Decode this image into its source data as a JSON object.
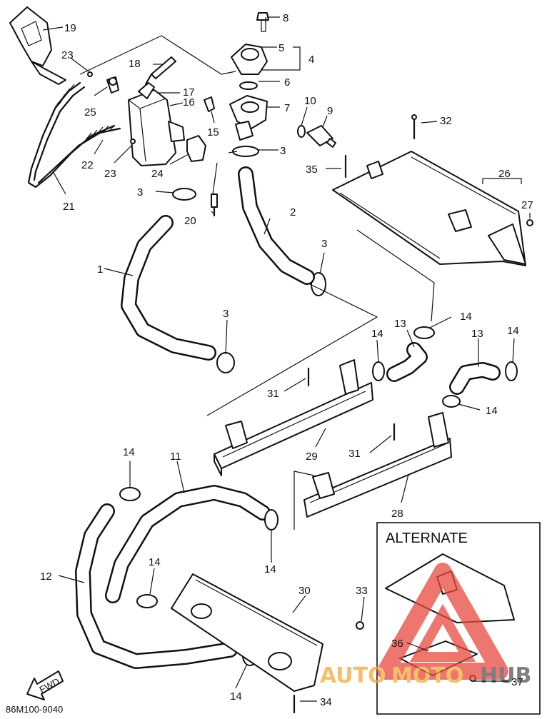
{
  "labels": {
    "p1": "1",
    "p2": "2",
    "p3a": "3",
    "p3b": "3",
    "p3c": "3",
    "p3d": "3",
    "p4": "4",
    "p5": "5",
    "p6": "6",
    "p7": "7",
    "p8": "8",
    "p9": "9",
    "p10": "10",
    "p11": "11",
    "p12": "12",
    "p13a": "13",
    "p13b": "13",
    "p14a": "14",
    "p14b": "14",
    "p14c": "14",
    "p14d": "14",
    "p14e": "14",
    "p14f": "14",
    "p14g": "14",
    "p14h": "14",
    "p15": "15",
    "p16": "16",
    "p17": "17",
    "p18": "18",
    "p19": "19",
    "p20": "20",
    "p21": "21",
    "p22": "22",
    "p23a": "23",
    "p23b": "23",
    "p24": "24",
    "p25": "25",
    "p26": "26",
    "p27": "27",
    "p28": "28",
    "p29": "29",
    "p30": "30",
    "p31a": "31",
    "p31b": "31",
    "p32": "32",
    "p33": "33",
    "p34": "34",
    "p35": "35",
    "p36": "36",
    "p37": "37"
  },
  "alternate_title": "ALTERNATE",
  "diagram_code": "86M100-9040",
  "fwd_label": "FWD",
  "watermark": {
    "part1": "AUTO",
    "part2": "MOTO",
    "part3": "HUB"
  },
  "colors": {
    "line": "#111111",
    "watermark_red": "#e8493f",
    "watermark_orange": "#f2a93b",
    "watermark_gray": "#555555"
  }
}
